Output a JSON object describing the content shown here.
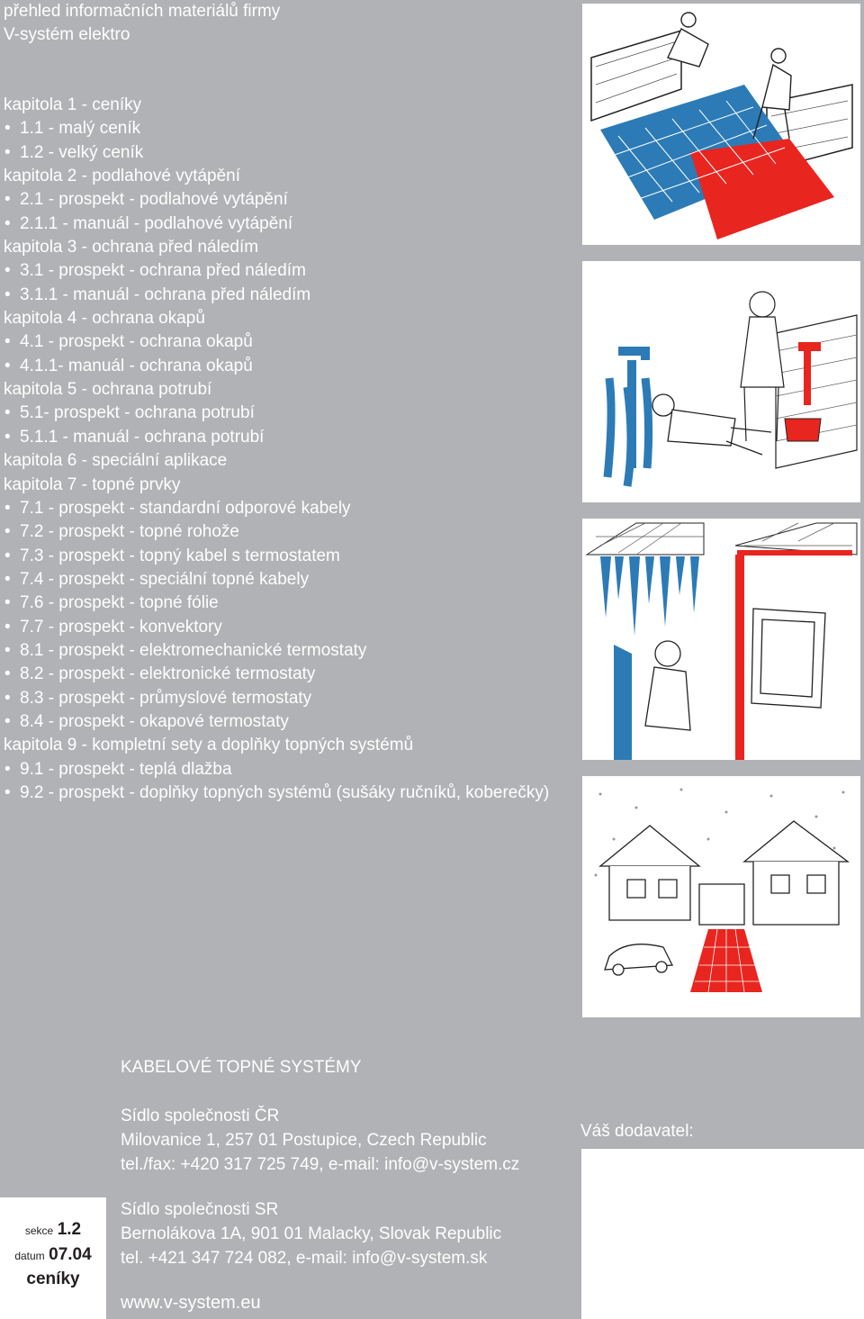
{
  "header": {
    "line1": "přehled informačních materiálů firmy",
    "line2": "V-systém elektro"
  },
  "toc": [
    {
      "type": "chapter",
      "text": "kapitola 1 - ceníky"
    },
    {
      "type": "item",
      "text": "1.1 - malý ceník"
    },
    {
      "type": "item",
      "text": "1.2 - velký ceník"
    },
    {
      "type": "chapter",
      "text": "kapitola 2 - podlahové vytápění"
    },
    {
      "type": "item",
      "text": "2.1 - prospekt - podlahové vytápění"
    },
    {
      "type": "item",
      "text": "2.1.1 - manuál - podlahové vytápění"
    },
    {
      "type": "chapter",
      "text": "kapitola 3 - ochrana před náledím"
    },
    {
      "type": "item",
      "text": "3.1 - prospekt - ochrana před náledím"
    },
    {
      "type": "item",
      "text": "3.1.1 - manuál - ochrana před náledím"
    },
    {
      "type": "chapter",
      "text": "kapitola 4 - ochrana okapů"
    },
    {
      "type": "item",
      "text": "4.1 - prospekt - ochrana okapů"
    },
    {
      "type": "item",
      "text": "4.1.1- manuál - ochrana okapů"
    },
    {
      "type": "chapter",
      "text": "kapitola 5 - ochrana potrubí"
    },
    {
      "type": "item",
      "text": "5.1- prospekt - ochrana potrubí"
    },
    {
      "type": "item",
      "text": "5.1.1 - manuál - ochrana potrubí"
    },
    {
      "type": "chapter",
      "text": "kapitola 6 - speciální aplikace"
    },
    {
      "type": "chapter",
      "text": "kapitola 7 - topné prvky"
    },
    {
      "type": "item",
      "text": "7.1 - prospekt - standardní odporové kabely"
    },
    {
      "type": "item",
      "text": "7.2 - prospekt - topné rohože"
    },
    {
      "type": "item",
      "text": "7.3 - prospekt - topný kabel s termostatem"
    },
    {
      "type": "item",
      "text": "7.4 - prospekt - speciální topné kabely"
    },
    {
      "type": "item",
      "text": "7.6 - prospekt - topné fólie"
    },
    {
      "type": "item",
      "text": "7.7 - prospekt - konvektory"
    },
    {
      "type": "item",
      "text": "8.1 - prospekt - elektromechanické termostaty"
    },
    {
      "type": "item",
      "text": "8.2 - prospekt - elektronické termostaty"
    },
    {
      "type": "item",
      "text": "8.3 - prospekt - průmyslové termostaty"
    },
    {
      "type": "item",
      "text": "8.4 - prospekt - okapové termostaty"
    },
    {
      "type": "chapter",
      "text": "kapitola 9 - kompletní sety a doplňky topných systémů"
    },
    {
      "type": "item",
      "text": "9.1 - prospekt - teplá dlažba"
    },
    {
      "type": "item",
      "text": "9.2 - prospekt - doplňky topných systémů (sušáky ručníků, koberečky)"
    }
  ],
  "bullet": "•",
  "footer": {
    "company_title": "KABELOVÉ TOPNÉ SYSTÉMY",
    "cz": {
      "heading": "Sídlo společnosti ČR",
      "address": "Milovanice 1, 257 01 Postupice, Czech Republic",
      "contact": "tel./fax: +420 317 725 749, e-mail: info@v-system.cz"
    },
    "sk": {
      "heading": "Sídlo společnosti SR",
      "address": "Bernolákova 1A, 901 01 Malacky, Slovak Republic",
      "contact": "tel. +421 347 724 082, e-mail: info@v-system.sk"
    },
    "web": "www.v-system.eu",
    "supplier_label": "Váš dodavatel:",
    "section": {
      "sekce_label": "sekce",
      "sekce_value": "1.2",
      "datum_label": "datum",
      "datum_value": "07.04",
      "name": "ceníky"
    }
  },
  "colors": {
    "background": "#b1b2b5",
    "text": "#ffffff",
    "accent_red": "#e8251f",
    "accent_blue": "#2c7bb6"
  },
  "illustrations": [
    "bathroom-floor-heating-cartoon",
    "frozen-pipe-cartoon",
    "icicle-gutter-cartoon",
    "snowy-houses-cartoon"
  ]
}
